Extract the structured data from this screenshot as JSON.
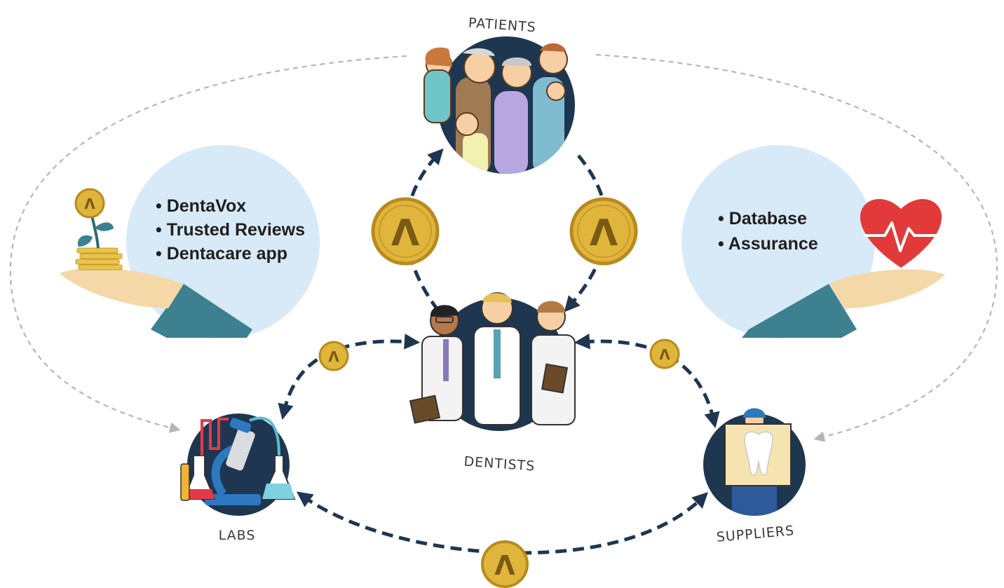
{
  "nodes": {
    "patients": {
      "label": "PATIENTS"
    },
    "dentists": {
      "label": "DENTISTS"
    },
    "labs": {
      "label": "LABS"
    },
    "suppliers": {
      "label": "SUPPLIERS"
    }
  },
  "offerings_left": {
    "items": [
      "DentaVox",
      "Trusted Reviews",
      "Dentacare app"
    ],
    "bullet": "•"
  },
  "offerings_right": {
    "items": [
      "Database",
      "Assurance"
    ],
    "bullet": "•"
  },
  "token": {
    "symbol": "Λ"
  },
  "colors": {
    "navy": "#1f3650",
    "bubble": "#d8eaf7",
    "coin": "#e0b53c",
    "coin_edge": "#b98a1e",
    "sleeve": "#3d8090",
    "skin": "#f4d8a8",
    "heart": "#e23a3a",
    "gray_arrow": "#b5b5b5"
  }
}
